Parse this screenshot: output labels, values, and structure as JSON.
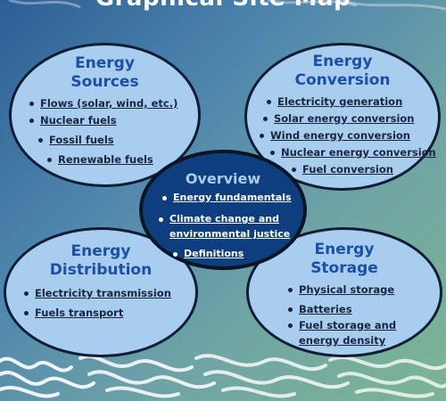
{
  "title": "Graphical Site Map",
  "overview": {
    "heading": "Overview",
    "items": [
      "Energy fundamentals",
      "Climate change and",
      "environmental justice",
      "Definitions"
    ]
  },
  "sources": {
    "heading_line1": "Energy",
    "heading_line2": "Sources",
    "items": [
      "Flows (solar, wind, etc.)",
      "Nuclear fuels",
      "Fossil fuels",
      "Renewable fuels"
    ]
  },
  "conversion": {
    "heading_line1": "Energy",
    "heading_line2": "Conversion",
    "items": [
      "Electricity generation",
      "Solar energy conversion",
      "Wind energy conversion",
      "Nuclear energy conversion",
      "Fuel conversion"
    ]
  },
  "distribution": {
    "heading_line1": "Energy",
    "heading_line2": "Distribution",
    "items": [
      "Electricity transmission",
      "Fuels transport"
    ]
  },
  "storage": {
    "heading_line1": "Energy",
    "heading_line2": "Storage",
    "items": [
      "Physical storage",
      "Batteries",
      "Fuel storage and",
      "energy density"
    ]
  },
  "colors": {
    "bubble_fill": "#a9cdee",
    "bubble_heading": "#1c4fa8",
    "center_fill": "#0f3e7e",
    "outline": "#0f1e35"
  }
}
